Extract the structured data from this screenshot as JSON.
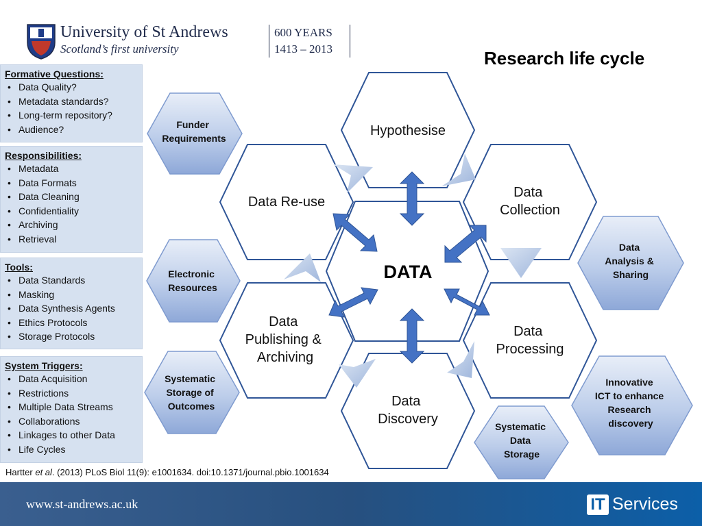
{
  "header": {
    "university_name": "University of St Andrews",
    "tagline": "Scotland’s first university",
    "years_line1": "600 YEARS",
    "years_line2": "1413 – 2013"
  },
  "title": "Research life cycle",
  "panels": [
    {
      "heading": "Formative Questions:",
      "items": [
        "Data Quality?",
        "Metadata standards?",
        "Long-term repository?",
        "Audience?"
      ]
    },
    {
      "heading": "Responsibilities:",
      "items": [
        "Metadata",
        "Data Formats",
        "Data Cleaning",
        "Confidentiality",
        "Archiving",
        "Retrieval"
      ]
    },
    {
      "heading": "Tools:",
      "items": [
        "Data Standards",
        "Masking",
        "Data Synthesis Agents",
        "Ethics Protocols",
        "Storage Protocols"
      ]
    },
    {
      "heading": "System Triggers:",
      "items": [
        "Data Acquisition",
        "Restrictions",
        "Multiple Data Streams",
        "Collaborations",
        "Linkages to other Data",
        "Life Cycles"
      ]
    }
  ],
  "cycle": {
    "center": "DATA",
    "stages": {
      "hypothesise": [
        "Hypothesise"
      ],
      "collection": [
        "Data",
        "Collection"
      ],
      "processing": [
        "Data",
        "Processing"
      ],
      "discovery": [
        "Data",
        "Discovery"
      ],
      "publishing": [
        "Data",
        "Publishing &",
        "Archiving"
      ],
      "reuse": [
        "Data Re-use"
      ]
    }
  },
  "side_hexes": {
    "funder": [
      "Funder",
      "Requirements"
    ],
    "electronic": [
      "Electronic",
      "Resources"
    ],
    "systematic_outcomes": [
      "Systematic",
      "Storage of",
      "Outcomes"
    ],
    "analysis": [
      "Data",
      "Analysis &",
      "Sharing"
    ],
    "innovative": [
      "Innovative",
      "ICT to enhance",
      "Research",
      "discovery"
    ],
    "systematic_storage": [
      "Systematic",
      "Data",
      "Storage"
    ]
  },
  "citation": {
    "author": "Hartter ",
    "etal": "et al",
    "rest": ". (2013) PLoS Biol 11(9): e1001634. doi:10.1371/journal.pbio.1001634"
  },
  "footer": {
    "url": "www.st-andrews.ac.uk",
    "it_badge": "IT",
    "services": "Services"
  },
  "colors": {
    "hex_border": "#2f5597",
    "hex_fill_light": "#b4c7e7",
    "panel_bg": "#d6e1f0",
    "arrow_fill": "#4472c4",
    "footer_blue": "#0c5fa8"
  }
}
